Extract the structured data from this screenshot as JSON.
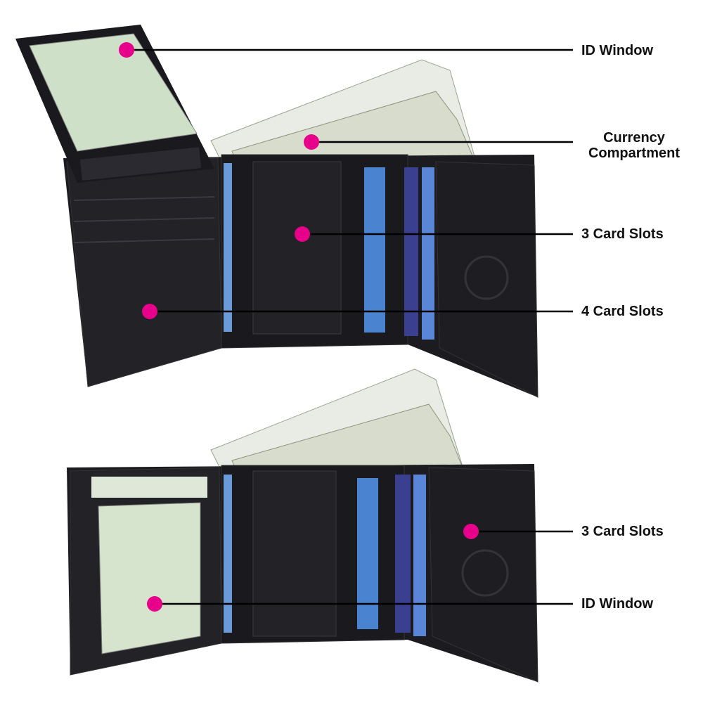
{
  "accent_color": "#e6008a",
  "top_wallet": {
    "callouts": [
      {
        "label": "ID Window"
      },
      {
        "label_line1": "Currency",
        "label_line2": "Compartment"
      },
      {
        "label": "3 Card Slots"
      },
      {
        "label": "4 Card Slots"
      }
    ]
  },
  "bottom_wallet": {
    "callouts": [
      {
        "label": "3 Card Slots"
      },
      {
        "label": "ID Window"
      }
    ]
  }
}
